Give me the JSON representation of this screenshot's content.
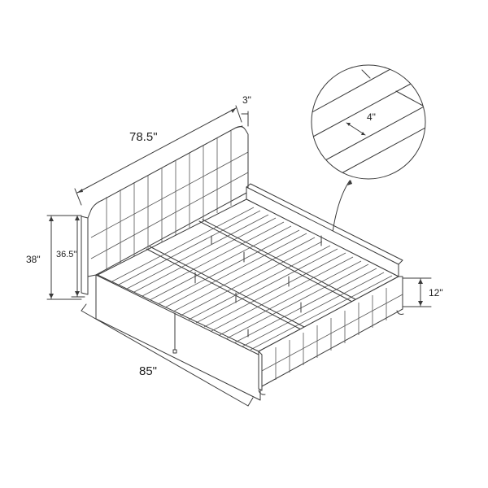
{
  "diagram": {
    "subject": "Upholstered platform bed with tufted headboard and footboard, slatted base",
    "dimensions": {
      "headboard_width": "78.5\"",
      "headboard_thickness": "3\"",
      "overall_height": "38\"",
      "headboard_height": "36.5\"",
      "bed_length": "85\"",
      "side_rail_height": "12\"",
      "slat_width": "4\""
    },
    "callout": {
      "type": "magnified detail circle",
      "shows": "slat spacing",
      "label": "4\""
    },
    "colors": {
      "line": "#3a3a3a",
      "background": "#ffffff"
    }
  }
}
